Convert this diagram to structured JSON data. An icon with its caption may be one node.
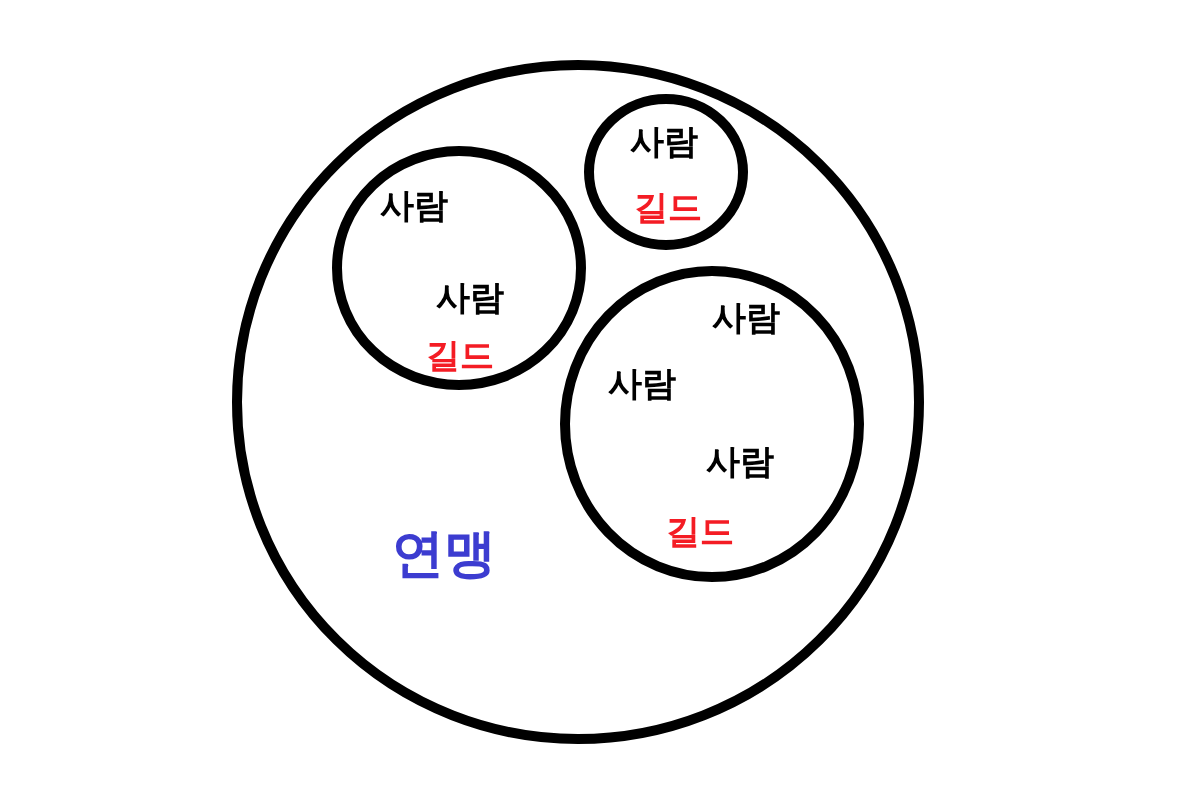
{
  "diagram": {
    "nodes": [
      {
        "text": [
          "연맹"
        ]
      },
      {
        "text": [
          "사람",
          "사람",
          "길드"
        ],
        "in": 0
      },
      {
        "text": [
          "사람",
          "길드"
        ],
        "in": 0
      },
      {
        "text": [
          "사람",
          "사람",
          "사람",
          "길드"
        ],
        "in": 0
      }
    ]
  }
}
